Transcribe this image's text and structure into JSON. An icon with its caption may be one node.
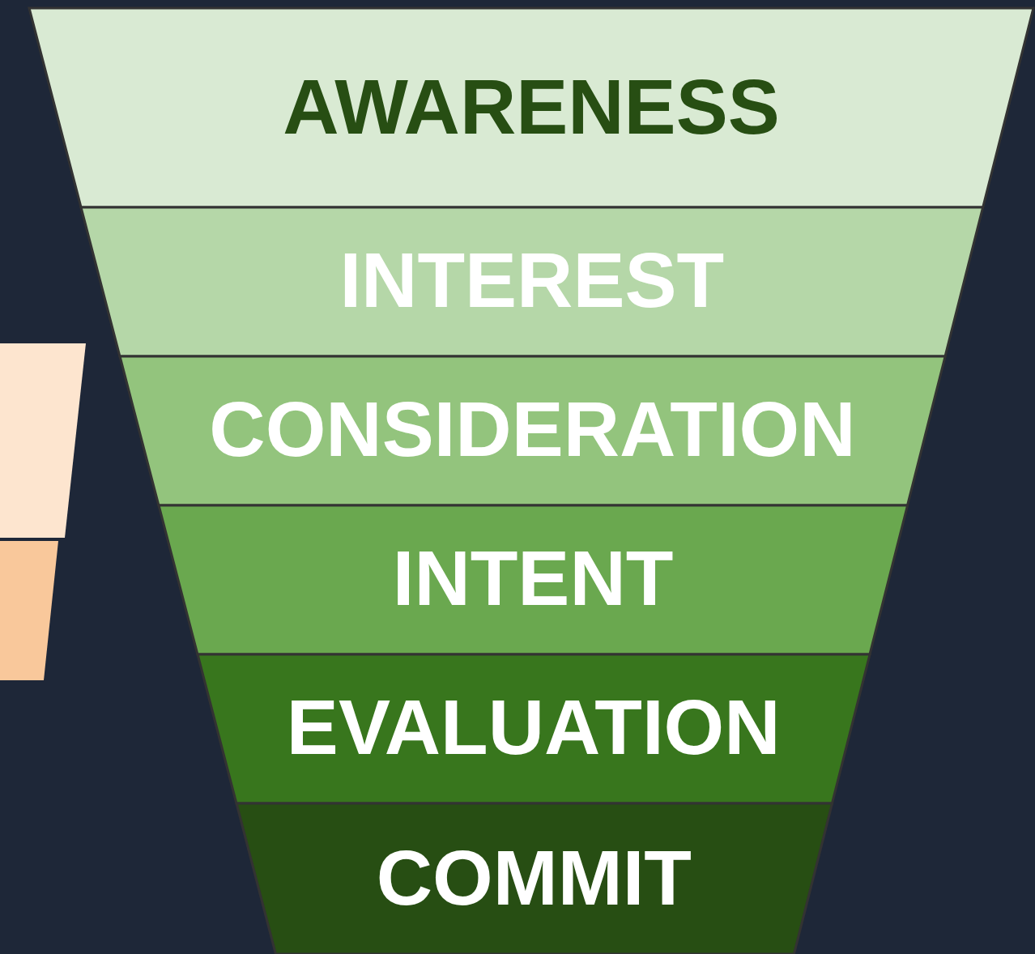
{
  "diagram": {
    "nodes": [
      {
        "text": [],
        "shape": "trapezoid"
      },
      {
        "text": [],
        "shape": "trapezoid"
      },
      {
        "text": [
          "AWARENESS"
        ]
      },
      {
        "text": [
          "INTEREST"
        ]
      },
      {
        "text": [
          "CONSIDERATION"
        ]
      },
      {
        "text": [
          "INTENT"
        ]
      },
      {
        "text": [
          "EVALUATION"
        ]
      },
      {
        "text": [
          "COMMIT"
        ]
      }
    ]
  }
}
